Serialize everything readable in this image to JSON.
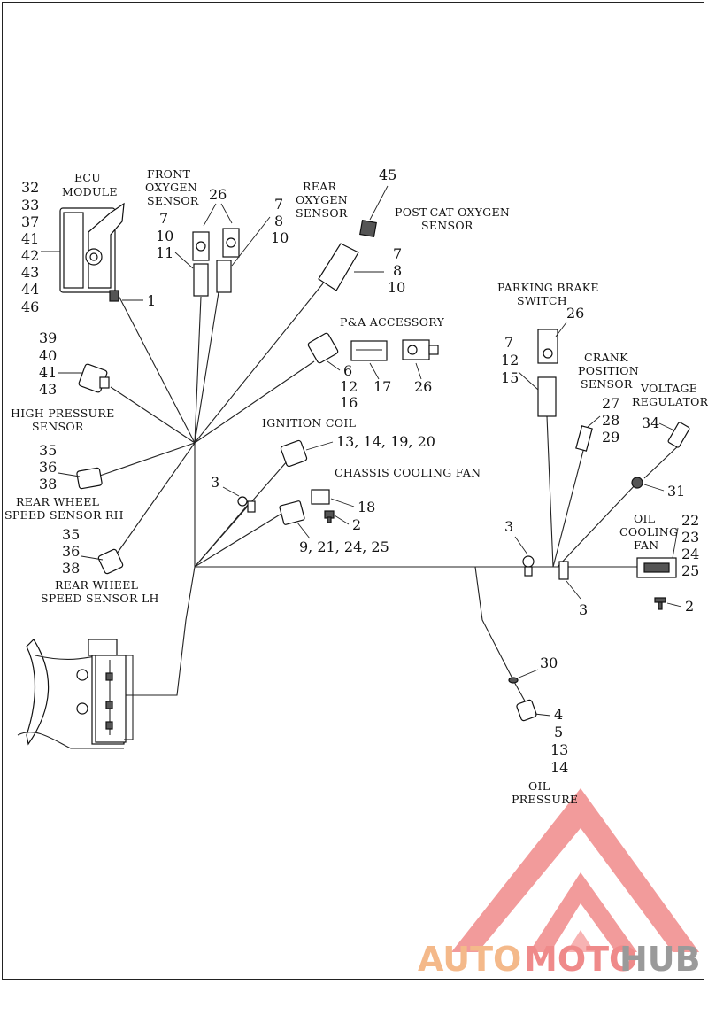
{
  "labels": {
    "ecu_module": [
      "ECU",
      "MODULE"
    ],
    "front_oxygen_sensor": [
      "FRONT",
      "OXYGEN",
      "SENSOR"
    ],
    "rear_oxygen_sensor": [
      "REAR",
      "OXYGEN",
      "SENSOR"
    ],
    "post_cat_oxygen_sensor": [
      "POST-CAT OXYGEN",
      "SENSOR"
    ],
    "parking_brake_switch": [
      "PARKING BRAKE",
      "SWITCH"
    ],
    "pa_accessory": "P&A ACCESSORY",
    "crank_position_sensor": [
      "CRANK",
      "POSITION",
      "SENSOR"
    ],
    "voltage_regulator": [
      "VOLTAGE",
      "REGULATOR"
    ],
    "high_pressure_sensor": [
      "HIGH PRESSURE",
      "SENSOR"
    ],
    "ignition_coil": "IGNITION COIL",
    "chassis_cooling_fan": "CHASSIS COOLING FAN",
    "rear_wheel_speed_rh": [
      "REAR WHEEL",
      "SPEED SENSOR RH"
    ],
    "rear_wheel_speed_lh": [
      "REAR WHEEL",
      "SPEED SENSOR LH"
    ],
    "oil_cooling_fan": [
      "OIL",
      "COOLING",
      "FAN"
    ],
    "oil_pressure": [
      "OIL",
      "PRESSURE"
    ]
  },
  "callouts": {
    "ecu_list": [
      "32",
      "33",
      "37",
      "41",
      "42",
      "43",
      "44",
      "46"
    ],
    "ecu_clip": "1",
    "front_o2_26": "26",
    "front_o2_list": [
      "7",
      "10",
      "11"
    ],
    "front_o2_list_b": [
      "7",
      "8",
      "10"
    ],
    "post_cat_45": "45",
    "rear_o2_list": [
      "7",
      "8",
      "10"
    ],
    "parking_26": "26",
    "parking_list": [
      "7",
      "12",
      "15"
    ],
    "pa_list": [
      "6",
      "12",
      "16"
    ],
    "pa_17": "17",
    "pa_26": "26",
    "crank_list": [
      "27",
      "28",
      "29"
    ],
    "vreg_34": "34",
    "vreg_31": "31",
    "hp_list": [
      "39",
      "40",
      "41",
      "43"
    ],
    "ign_list": "13, 14, 19, 20",
    "chassis_fan_18": "18",
    "chassis_fan_2": "2",
    "chassis_fan_list": "9, 21, 24, 25",
    "clip_3a": "3",
    "clip_3b": "3",
    "clip_3c": "3",
    "rh_list": [
      "35",
      "36",
      "38"
    ],
    "lh_list": [
      "35",
      "36",
      "38"
    ],
    "oil_fan_list": [
      "22",
      "23",
      "24",
      "25"
    ],
    "oil_fan_2": "2",
    "oil_p_30": "30",
    "oil_p_list": [
      "4",
      "5",
      "13",
      "14"
    ]
  },
  "watermark": {
    "part1": "AUTO",
    "part2": "MOTO",
    "part3": "HUB",
    "colors": {
      "auto": "#f4b98a",
      "moto": "#ef8a8a",
      "hub": "#9a9a9a",
      "logo": "#f08080"
    }
  }
}
